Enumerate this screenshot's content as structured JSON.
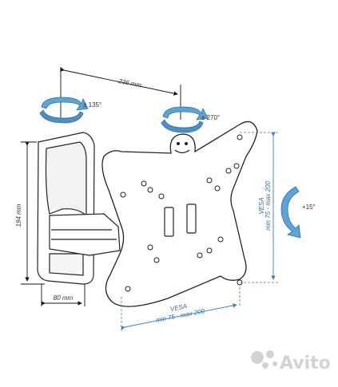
{
  "colors": {
    "outline": "#222222",
    "dimension_line": "#111111",
    "vesa_line": "#3a7fc4",
    "arrow_fill": "#5da3d6",
    "watermark": "#d2d2d2"
  },
  "labels": {
    "width_236": "236 mm",
    "height_194": "194 mm",
    "depth_80": "80 mm",
    "rot_135": "± 135°",
    "rot_270": "± 270°",
    "tilt_15": "+15°",
    "vesa_right_title": "VESA",
    "vesa_right_range": "min 75 - max 200",
    "vesa_bottom_title": "VESA",
    "vesa_bottom_range": "min 75 - max 200"
  },
  "watermark": {
    "text": "Avito",
    "icon": "avito-logo-icon"
  }
}
